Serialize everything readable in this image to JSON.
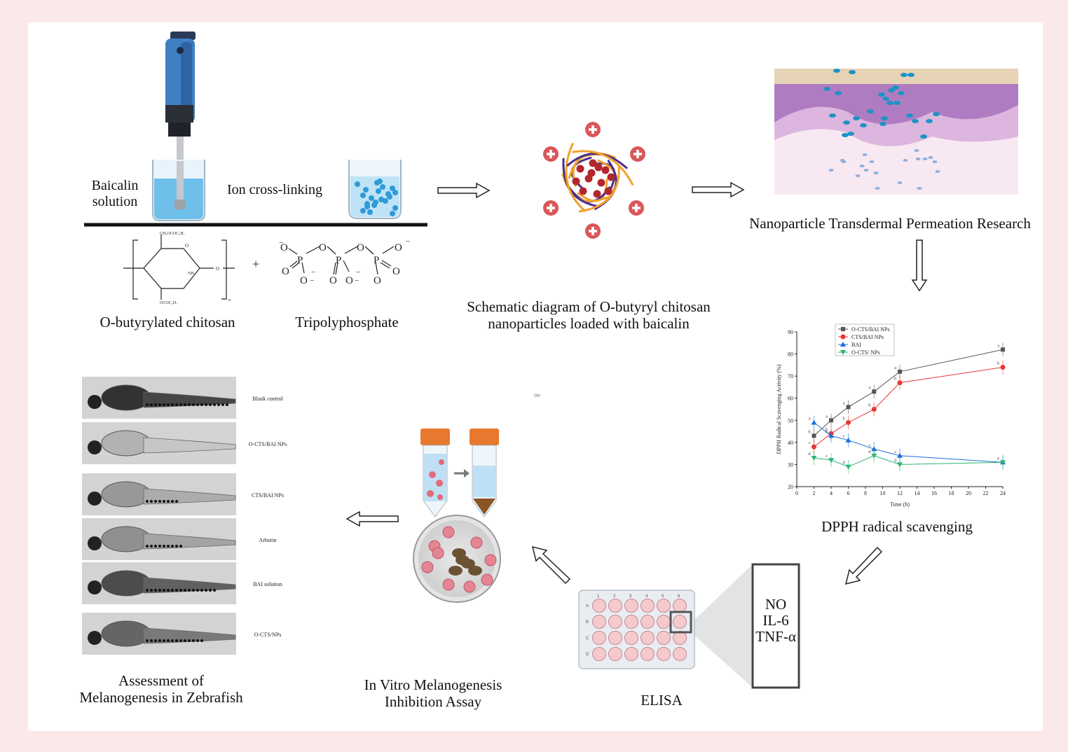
{
  "labels": {
    "baicalin_solution": "Baicalin\nsolution",
    "ion_crosslinking": "Ion cross-linking",
    "chitosan": "O-butyrylated chitosan",
    "tpp": "Tripolyphosphate",
    "nanoparticle_caption": "Schematic diagram of O-butyryl chitosan\nnanoparticles loaded with baicalin",
    "transdermal": "Nanoparticle Transdermal Permeation Research",
    "dpph": "DPPH radical scavenging",
    "elisa": "ELISA",
    "invitro": "In Vitro Melanogenesis\nInhibition Assay",
    "zebrafish": "Assessment of\nMelanogenesis in Zebrafish"
  },
  "chem": {
    "side_top": "CH₂OCOC₃H₇",
    "side_bottom": "OCOC₃H₇",
    "ring_o": "O",
    "nh2": "NH₂",
    "bridge_o": "O",
    "n": "n",
    "plus": "+",
    "P": "P",
    "O": "O",
    "minus": "−"
  },
  "elisa_box": [
    "NO",
    "IL-6",
    "TNF-α"
  ],
  "plate": {
    "cols": [
      "1",
      "2",
      "3",
      "4",
      "5",
      "6"
    ],
    "rows": [
      "A",
      "B",
      "C",
      "D"
    ]
  },
  "zebrafish_groups": [
    "Blank control",
    "O-CTS/BAI NPs",
    "CTS/BAI NPs",
    "Arbutin",
    "BAI solution",
    "O-CTS/NPs"
  ],
  "stray_mark": "OH",
  "chart_data": {
    "type": "line",
    "xlabel": "Time (h)",
    "ylabel": "DPPH Radical Scavenging Activity (%)",
    "xlim": [
      0,
      24
    ],
    "ylim": [
      20,
      90
    ],
    "xticks": [
      0,
      2,
      4,
      6,
      8,
      10,
      12,
      14,
      16,
      18,
      20,
      22,
      24
    ],
    "yticks": [
      20,
      30,
      40,
      50,
      60,
      70,
      80,
      90
    ],
    "legend_position": "top-left",
    "x": [
      2,
      4,
      6,
      9,
      12,
      24
    ],
    "series": [
      {
        "name": "O-CTS/BAI NPs",
        "color": "#555555",
        "marker": "square",
        "values": [
          43,
          50,
          56,
          63,
          72,
          82
        ],
        "letters": [
          "b",
          "a",
          "a",
          "a",
          "a",
          "a"
        ]
      },
      {
        "name": "CTS/BAI NPs",
        "color": "#e53935",
        "marker": "circle",
        "values": [
          38,
          44,
          49,
          55,
          67,
          74
        ],
        "letters": [
          "c",
          "b",
          "b",
          "b",
          "b",
          "b"
        ]
      },
      {
        "name": "BAI",
        "color": "#1e6fd9",
        "marker": "triangle-up",
        "values": [
          49,
          43,
          41,
          37,
          34,
          31
        ],
        "letters": [
          "a",
          "b",
          "c",
          "c",
          "c",
          "c"
        ]
      },
      {
        "name": "O-CTS/ NPs",
        "color": "#2bb673",
        "marker": "triangle-down",
        "values": [
          33,
          32,
          29,
          34,
          30,
          31
        ],
        "letters": [
          "d",
          "c",
          "d",
          "d",
          "d",
          "c"
        ]
      }
    ]
  }
}
